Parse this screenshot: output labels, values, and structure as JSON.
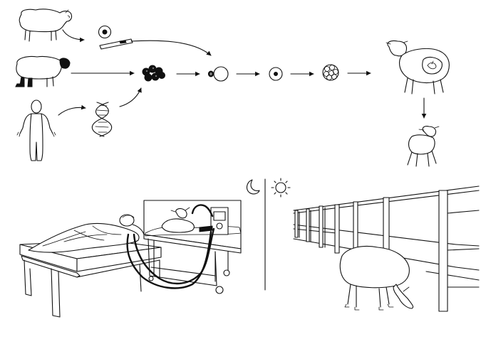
{
  "figure": {
    "caption": "",
    "top_panel": {
      "sources": [
        "sheep-egg-donor",
        "sheep-black-face-donor",
        "human-donor"
      ],
      "steps": [
        "oocyte",
        "micropipette",
        "cell-cluster",
        "enucleated-oocyte",
        "fused-cell",
        "embryo-morula",
        "surrogate-sheep",
        "lamb"
      ],
      "icons": [
        "sheep-icon",
        "black-faced-sheep-icon",
        "human-figure-icon",
        "dna-helix-icon",
        "pregnant-sheep-icon",
        "lamb-icon"
      ]
    },
    "bottom_left_panel": {
      "time_icon": "moon-icon",
      "scene": "patient-in-bed-connected-to-lamb-on-cart"
    },
    "bottom_right_panel": {
      "time_icon": "sun-icon",
      "scene": "sheep-grazing-beside-fence"
    }
  }
}
